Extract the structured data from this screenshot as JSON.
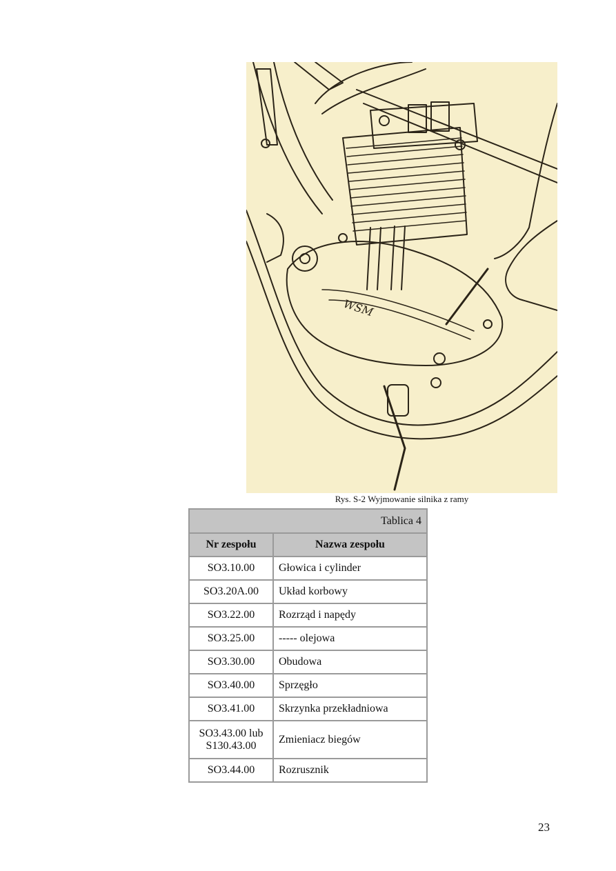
{
  "figure": {
    "caption": "Rys. S-2 Wyjmowanie silnika z ramy",
    "logo_text": "WSM"
  },
  "table": {
    "title": "Tablica 4",
    "headers": [
      "Nr zespołu",
      "Nazwa zespołu"
    ],
    "rows": [
      {
        "nr": "SO3.10.00",
        "name": "Głowica i cylinder"
      },
      {
        "nr": "SO3.20A.00",
        "name": "Układ korbowy"
      },
      {
        "nr": "SO3.22.00",
        "name": "Rozrząd i napędy"
      },
      {
        "nr": "SO3.25.00",
        "name": "----- olejowa"
      },
      {
        "nr": "SO3.30.00",
        "name": "Obudowa"
      },
      {
        "nr": "SO3.40.00",
        "name": "Sprzęgło"
      },
      {
        "nr": "SO3.41.00",
        "name": "Skrzynka przekładniowa"
      },
      {
        "nr": "SO3.43.00 lub S130.43.00",
        "name": "Zmieniacz biegów"
      },
      {
        "nr": "SO3.44.00",
        "name": "Rozrusznik"
      }
    ]
  },
  "page_number": "23"
}
